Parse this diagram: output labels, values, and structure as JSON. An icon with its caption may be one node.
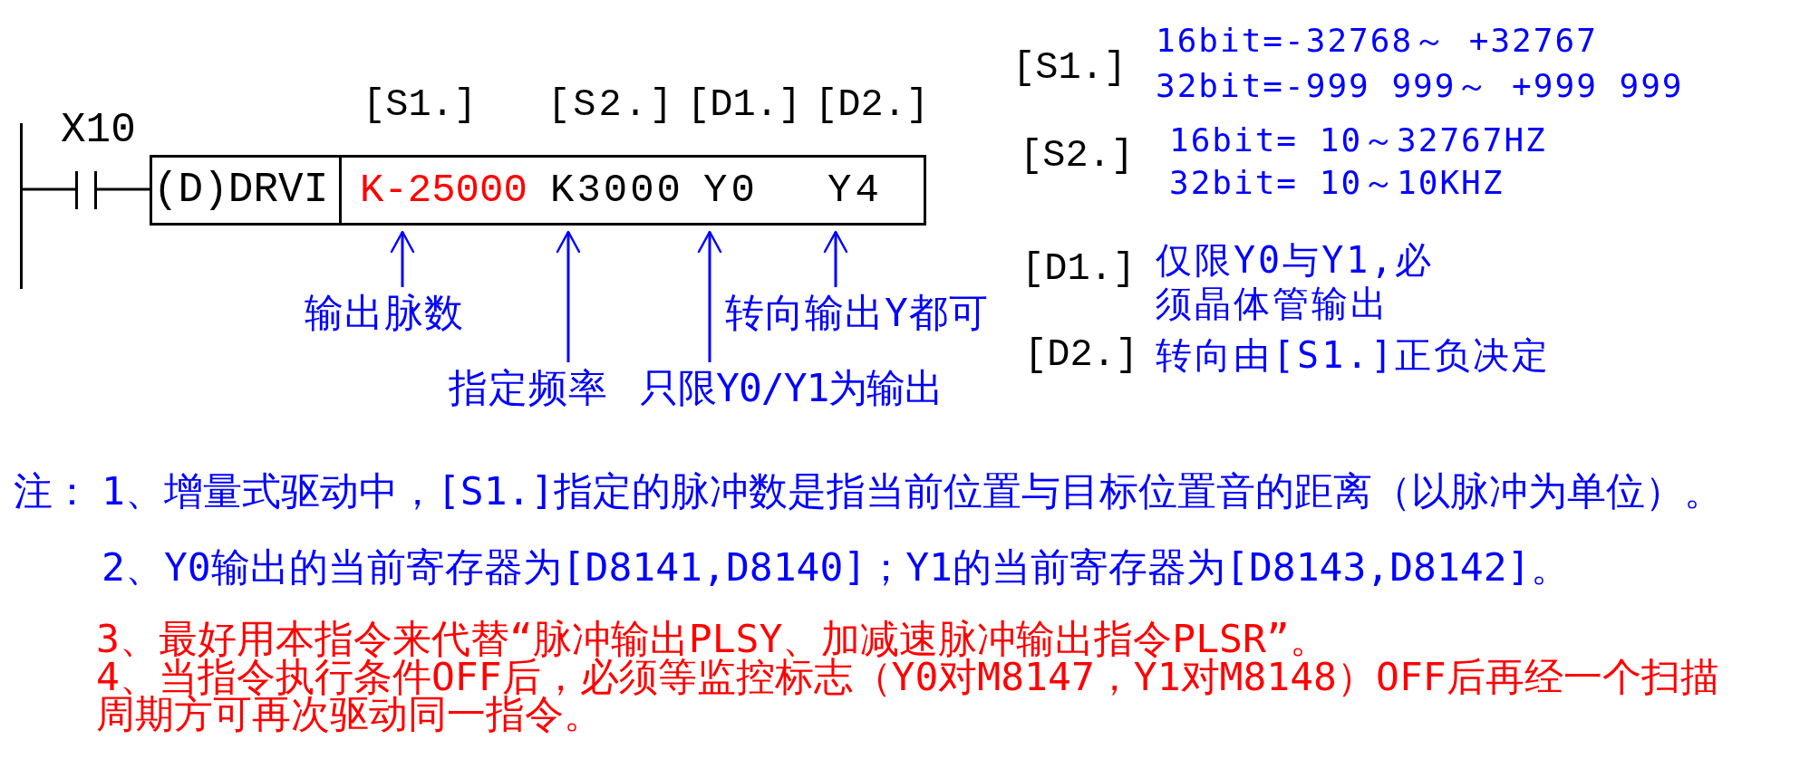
{
  "diagram": {
    "nodes": [
      {
        "text": [],
        "shape": "bar"
      },
      {
        "text": [
          "X10"
        ]
      },
      {
        "text": [],
        "shape": "box"
      },
      {
        "text": [
          "(D)DRVI"
        ],
        "in": 2
      },
      {
        "text": [
          "K-25000"
        ],
        "in": 2,
        "beside": [
          "[S1.]"
        ]
      },
      {
        "text": [
          "K3000"
        ],
        "in": 2,
        "beside": [
          "[S2.]"
        ]
      },
      {
        "text": [
          "Y0"
        ],
        "in": 2,
        "beside": [
          "[D1.]"
        ]
      },
      {
        "text": [
          "Y4"
        ],
        "in": 2,
        "beside": [
          "[D2.]"
        ]
      },
      {
        "text": [
          "输出脉数"
        ]
      },
      {
        "text": [
          "指定频率"
        ]
      },
      {
        "text": [
          "只限Y0/Y1为输出"
        ]
      },
      {
        "text": [
          "转向输出Y都可"
        ]
      }
    ],
    "edges": [
      {
        "from": 0,
        "to": 1,
        "arrow": "none",
        "color": "#000000"
      },
      {
        "from": 1,
        "to": 2,
        "arrow": "none",
        "color": "#000000"
      },
      {
        "from": 8,
        "to": 4,
        "arrow": "to"
      },
      {
        "from": 9,
        "to": 5,
        "arrow": "to"
      },
      {
        "from": 10,
        "to": 6,
        "arrow": "to"
      },
      {
        "from": 11,
        "to": 7,
        "arrow": "to"
      }
    ],
    "labels": [
      "[S1.]",
      "16bit=-32768～ +32767",
      "32bit=-999 999～ +999 999",
      "[S2.]",
      "16bit= 10～32767HZ",
      "32bit= 10～10KHZ",
      "[D1.]",
      "仅限Y0与Y1,必须晶体管输出",
      "[D2.]",
      "转向由[S1.]正负决定",
      "注：",
      "1、增量式驱动中，[S1.]指定的脉冲数是指当前位置与目标位置音的距离（以脉冲为单位）。",
      "2、Y0输出的当前寄存器为[D8141,D8140]；Y1的当前寄存器为[D8143,D8142]。",
      "3、最好用本指令来代替“脉冲输出PLSY、加减速脉冲输出指令PLSR”。",
      "4、当指令执行条件OFF后，必须等监控标志（Y0对M8147，Y1对M8148）OFF后再经一个扫描周期方可再次驱动同一指令。"
    ]
  }
}
